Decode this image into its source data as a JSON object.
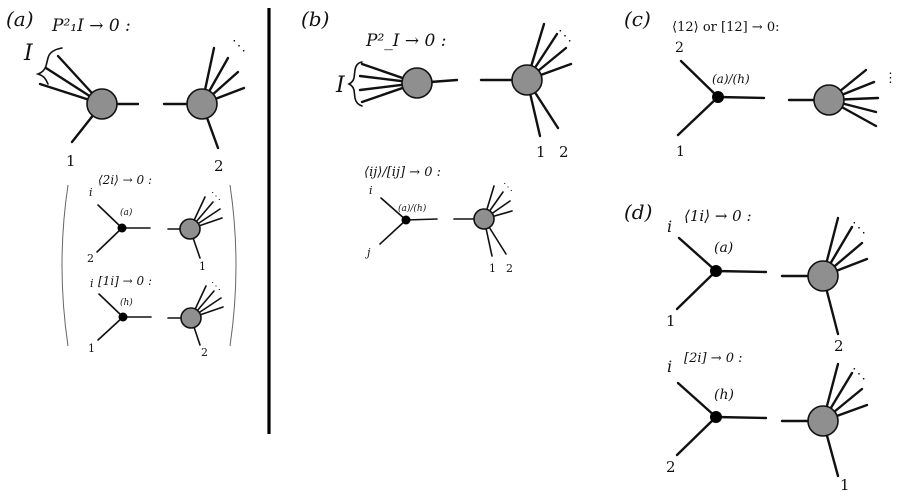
{
  "panels": {
    "a": {
      "tag": "(a)",
      "condition": "P²₁I → 0 :",
      "set_label": "I",
      "leg1": "1",
      "leg2": "2",
      "sub1": {
        "condition": "⟨2i⟩ → 0 :",
        "leg_i": "i",
        "leg_j": "2",
        "vertex": "(a)",
        "leg_out": "1"
      },
      "sub2": {
        "condition": "[1i] → 0 :",
        "leg_i": "i",
        "leg_j": "1",
        "vertex": "(h)",
        "leg_out": "2"
      }
    },
    "b": {
      "tag": "(b)",
      "condition": "P²_I → 0 :",
      "set_label": "I",
      "leg1": "1",
      "leg2": "2",
      "sub": {
        "condition": "⟨ij⟩/[ij] → 0 :",
        "leg_i": "i",
        "leg_j": "j",
        "vertex": "(a)/(h)",
        "leg1": "1",
        "leg2": "2"
      }
    },
    "c": {
      "tag": "(c)",
      "condition": "⟨12⟩ or [12] → 0:",
      "leg_top": "2",
      "leg_bottom": "1",
      "vertex": "(a)/(h)"
    },
    "d": {
      "tag": "(d)",
      "top": {
        "condition": "⟨1i⟩ → 0 :",
        "leg_i": "i",
        "leg_j": "1",
        "vertex": "(a)",
        "leg_out": "2"
      },
      "bottom": {
        "condition": "[2i] → 0 :",
        "leg_i": "i",
        "leg_j": "2",
        "vertex": "(h)",
        "leg_out": "1"
      }
    }
  }
}
